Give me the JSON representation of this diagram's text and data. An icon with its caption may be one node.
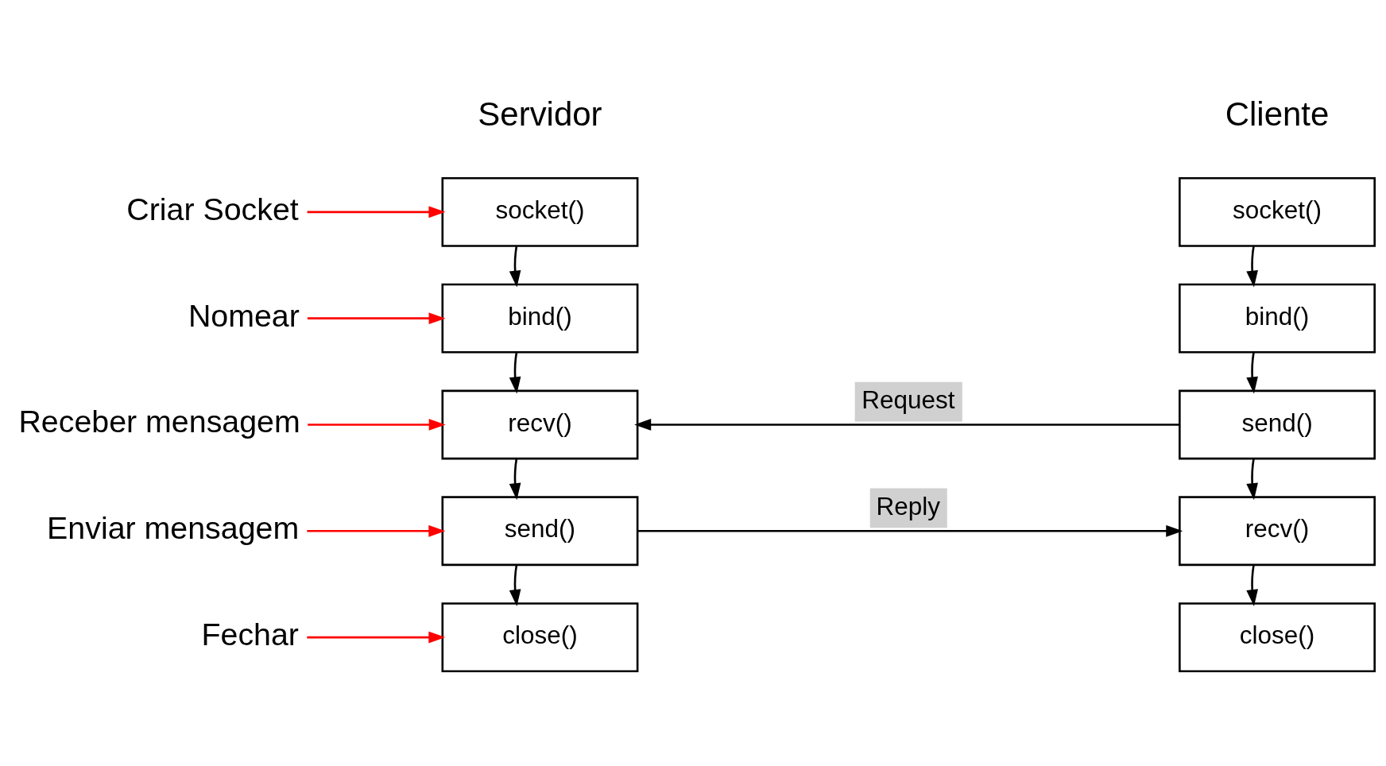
{
  "diagram": {
    "nodes": [
      {
        "text": [
          "Criar Socket"
        ]
      },
      {
        "text": [
          "Nomear"
        ]
      },
      {
        "text": [
          "Receber mensagem"
        ]
      },
      {
        "text": [
          "Enviar mensagem"
        ]
      },
      {
        "text": [
          "Fechar"
        ]
      },
      {
        "text": [
          "socket()"
        ]
      },
      {
        "text": [
          "bind()"
        ]
      },
      {
        "text": [
          "recv()"
        ]
      },
      {
        "text": [
          "send()"
        ]
      },
      {
        "text": [
          "close()"
        ]
      },
      {
        "text": [
          "socket()"
        ]
      },
      {
        "text": [
          "bind()"
        ]
      },
      {
        "text": [
          "send()"
        ]
      },
      {
        "text": [
          "recv()"
        ]
      },
      {
        "text": [
          "close()"
        ]
      }
    ],
    "edges": [
      {
        "from": 0,
        "to": 5,
        "arrow": "to",
        "color": "#ff0000"
      },
      {
        "from": 1,
        "to": 6,
        "arrow": "to",
        "color": "#ff0000"
      },
      {
        "from": 2,
        "to": 7,
        "arrow": "to",
        "color": "#ff0000"
      },
      {
        "from": 3,
        "to": 8,
        "arrow": "to",
        "color": "#ff0000"
      },
      {
        "from": 4,
        "to": 9,
        "arrow": "to",
        "color": "#ff0000"
      },
      {
        "from": 5,
        "to": 6,
        "arrow": "to"
      },
      {
        "from": 6,
        "to": 7,
        "arrow": "to"
      },
      {
        "from": 7,
        "to": 8,
        "arrow": "to"
      },
      {
        "from": 8,
        "to": 9,
        "arrow": "to"
      },
      {
        "from": 10,
        "to": 11,
        "arrow": "to"
      },
      {
        "from": 11,
        "to": 12,
        "arrow": "to"
      },
      {
        "from": 12,
        "to": 13,
        "arrow": "to"
      },
      {
        "from": 13,
        "to": 14,
        "arrow": "to"
      },
      {
        "from": 12,
        "to": 7,
        "arrow": "to",
        "label": "Request"
      },
      {
        "from": 8,
        "to": 13,
        "arrow": "to",
        "label": "Reply"
      }
    ],
    "labels": [
      "Servidor",
      "Cliente"
    ]
  }
}
